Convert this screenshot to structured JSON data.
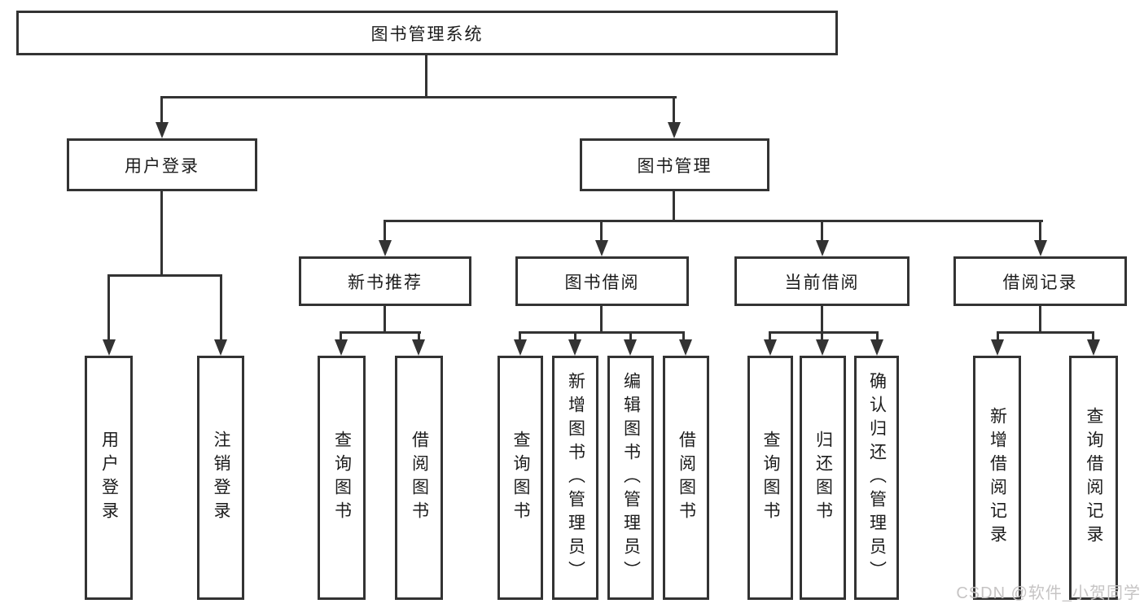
{
  "diagram": {
    "root": {
      "label": "图书管理系统"
    },
    "level2": [
      {
        "label": "用户登录"
      },
      {
        "label": "图书管理"
      }
    ],
    "level3": [
      {
        "label": "新书推荐"
      },
      {
        "label": "图书借阅"
      },
      {
        "label": "当前借阅"
      },
      {
        "label": "借阅记录"
      }
    ],
    "leaves": {
      "user_login": [
        {
          "label": "用户登录"
        },
        {
          "label": "注销登录"
        }
      ],
      "new_books": [
        {
          "label": "查询图书"
        },
        {
          "label": "借阅图书"
        }
      ],
      "book_borrow": [
        {
          "label": "查询图书"
        },
        {
          "label": "新增图书（管理员）"
        },
        {
          "label": "编辑图书（管理员）"
        },
        {
          "label": "借阅图书"
        }
      ],
      "current_borrow": [
        {
          "label": "查询图书"
        },
        {
          "label": "归还图书"
        },
        {
          "label": "确认归还（管理员）"
        }
      ],
      "records": [
        {
          "label": "新增借阅记录"
        },
        {
          "label": "查询借阅记录"
        }
      ]
    },
    "colors": {
      "line": "#333333",
      "text": "#1c1c1c",
      "background": "#ffffff",
      "watermark": "#c6c4c4"
    }
  },
  "watermark": {
    "text": "CSDN @软件_小贺同学"
  }
}
